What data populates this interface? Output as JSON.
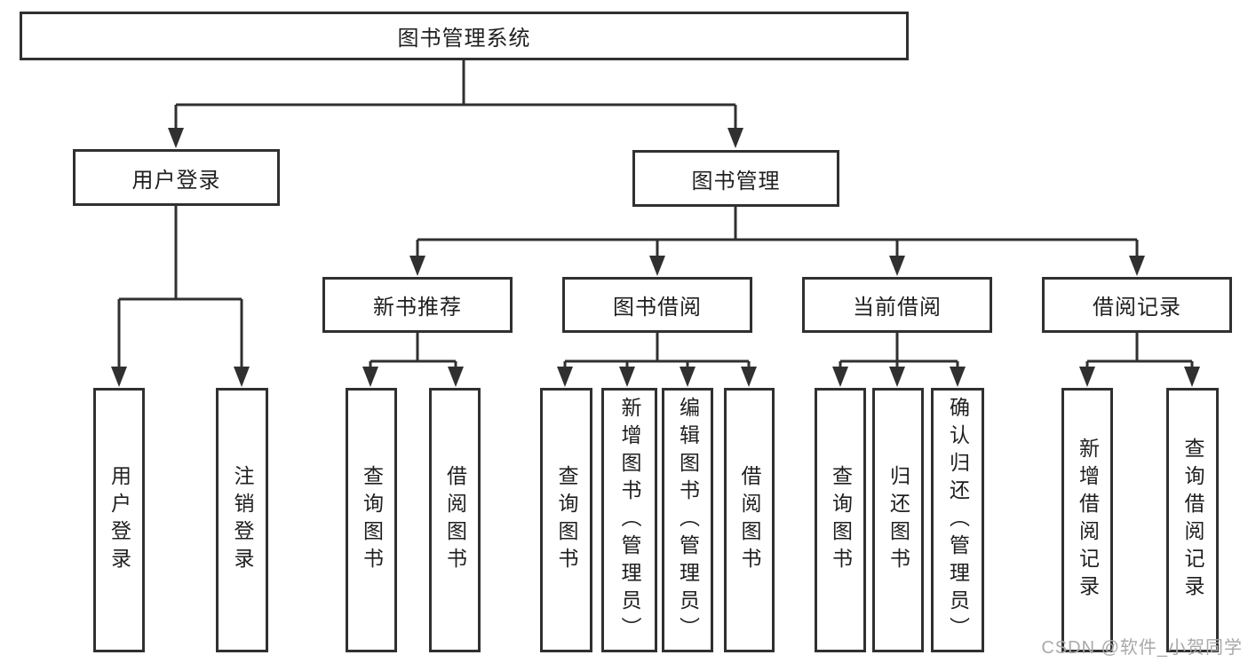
{
  "diagram": {
    "title": "图书管理系统",
    "level2": {
      "user_login": "用户登录",
      "book_management": "图书管理"
    },
    "level3": {
      "new_book_recommend": "新书推荐",
      "book_borrowing": "图书借阅",
      "current_borrowing": "当前借阅",
      "borrowing_records": "借阅记录"
    },
    "level4": {
      "user_login_children": [
        "用户登录",
        "注销登录"
      ],
      "new_book_recommend_children": [
        "查询图书",
        "借阅图书"
      ],
      "book_borrowing_children": [
        "查询图书",
        "新增图书（管理员）",
        "编辑图书（管理员）",
        "借阅图书"
      ],
      "current_borrowing_children": [
        "查询图书",
        "归还图书",
        "确认归还（管理员）"
      ],
      "borrowing_records_children": [
        "新增借阅记录",
        "查询借阅记录"
      ]
    }
  },
  "watermark": "CSDN @软件_小贺同学",
  "colors": {
    "line": "#303030",
    "box_border": "#303030",
    "text": "#1f1f1f",
    "watermark": "#a9a9a9",
    "background": "#ffffff"
  }
}
